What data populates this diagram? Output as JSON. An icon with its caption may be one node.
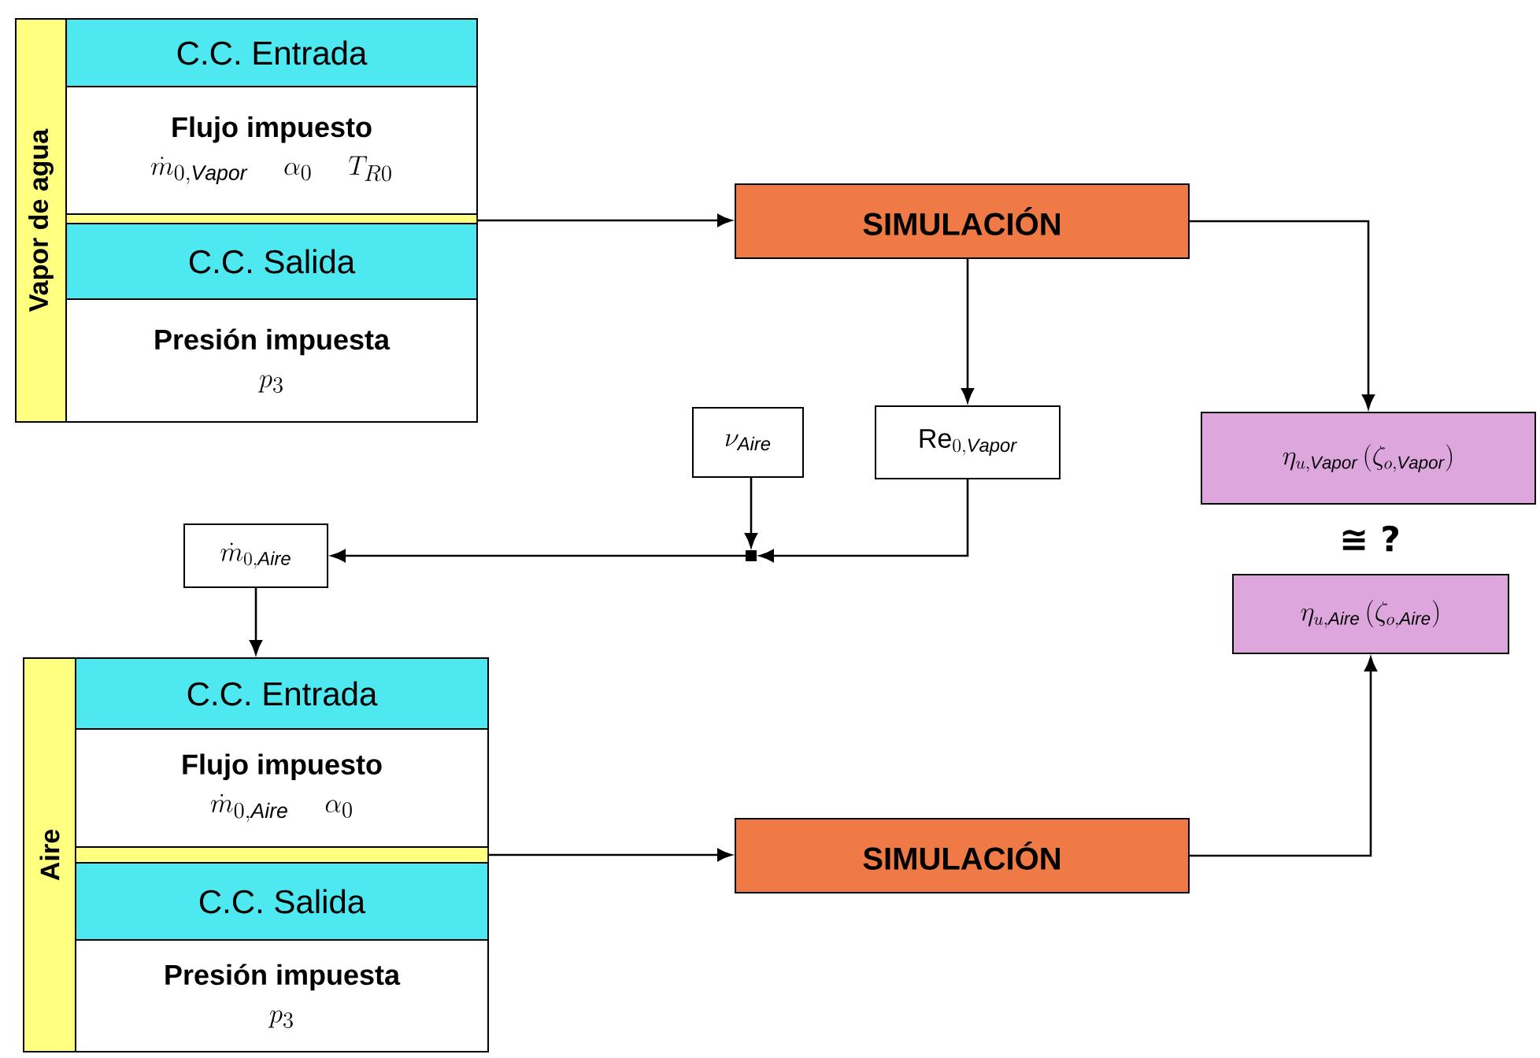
{
  "diagram": {
    "nodes": [
      {
        "text": [
          "Vapor de agua"
        ]
      },
      {
        "text": [
          "C.C. Entrada"
        ],
        "in": 0
      },
      {
        "text": [
          "Flujo impuesto",
          "\\dot{m}_{0,\\mathit{Vapor}}",
          "\\alpha_{0}",
          "T_{R0}"
        ],
        "in": 0
      },
      {
        "text": [
          "C.C. Salida"
        ],
        "in": 0
      },
      {
        "text": [
          "Presión impuesta",
          "p_{3}"
        ],
        "in": 0
      },
      {
        "text": [
          "SIMULACIÓN"
        ]
      },
      {
        "text": [
          "\\nu_{\\mathit{Aire}}"
        ]
      },
      {
        "text": [
          "\\mathrm{Re}_{0,\\mathit{Vapor}}"
        ]
      },
      {
        "text": [],
        "shape": "box"
      },
      {
        "text": [
          "\\dot{m}_{0,\\mathit{Aire}}"
        ]
      },
      {
        "text": [
          "Aire"
        ]
      },
      {
        "text": [
          "C.C. Entrada"
        ],
        "in": 10
      },
      {
        "text": [
          "Flujo impuesto",
          "\\dot{m}_{0,\\mathit{Aire}}",
          "\\alpha_{0}"
        ],
        "in": 10
      },
      {
        "text": [
          "C.C. Salida"
        ],
        "in": 10
      },
      {
        "text": [
          "Presión impuesta",
          "p_{3}"
        ],
        "in": 10
      },
      {
        "text": [
          "SIMULACIÓN"
        ]
      },
      {
        "text": [
          "\\eta_{u,\\mathit{Vapor}}\\left(\\zeta_{o,\\mathit{Vapor}}\\right)"
        ]
      },
      {
        "text": [
          "\\eta_{u,\\mathit{Aire}}\\left(\\zeta_{o,\\mathit{Aire}}\\right)"
        ]
      }
    ],
    "edges": [
      {
        "from": 0,
        "to": 5,
        "arrow": "to"
      },
      {
        "from": 5,
        "to": 16,
        "arrow": "to"
      },
      {
        "from": 5,
        "to": 7,
        "arrow": "to"
      },
      {
        "from": 7,
        "to": 8,
        "arrow": "to"
      },
      {
        "from": 6,
        "to": 8,
        "arrow": "to"
      },
      {
        "from": 8,
        "to": 9,
        "arrow": "to"
      },
      {
        "from": 9,
        "to": 10,
        "arrow": "to"
      },
      {
        "from": 10,
        "to": 15,
        "arrow": "to"
      },
      {
        "from": 15,
        "to": 17,
        "arrow": "to"
      }
    ],
    "labels": [
      "≅ ?"
    ]
  }
}
